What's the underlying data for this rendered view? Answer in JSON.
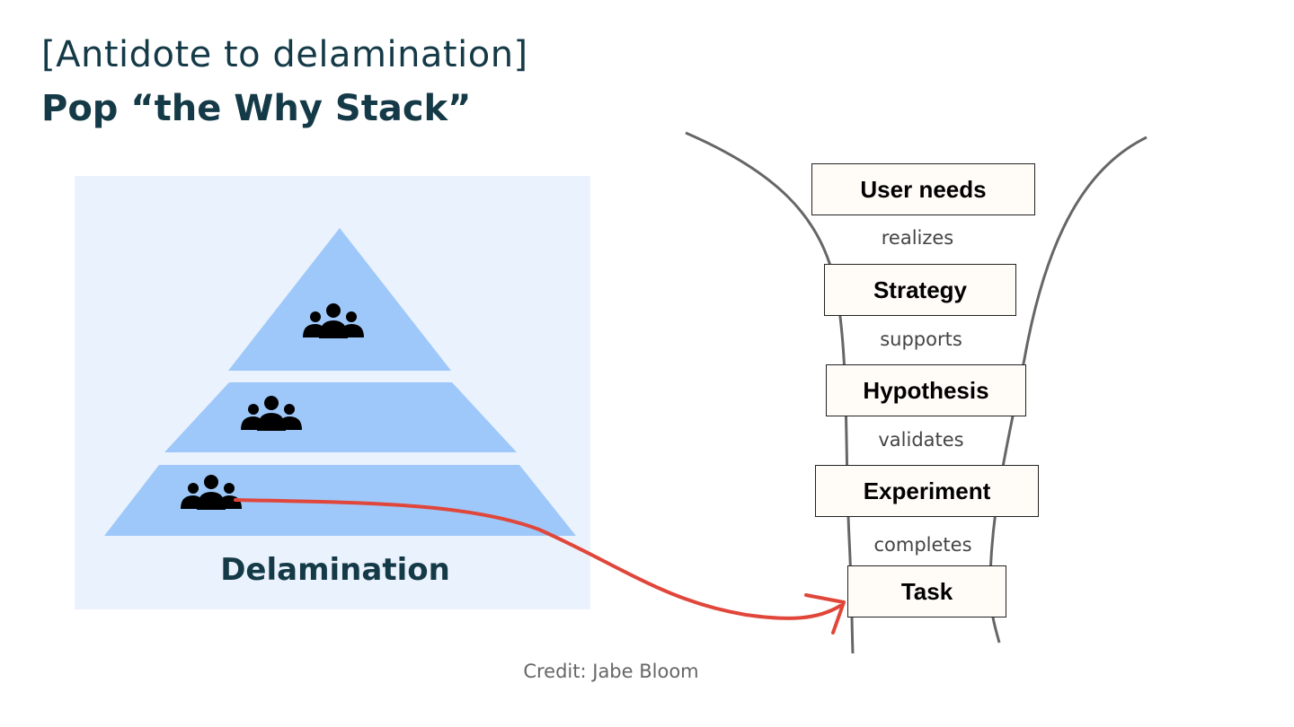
{
  "title": {
    "line1": "[Antidote to delamination]",
    "line2": "Pop “the Why Stack”"
  },
  "pyramid": {
    "label": "Delamination",
    "tiers": [
      {
        "icon": "people-group-icon"
      },
      {
        "icon": "people-group-icon"
      },
      {
        "icon": "people-group-icon"
      }
    ],
    "fill_color": "#9ec8fa",
    "panel_color": "#eaf2fd"
  },
  "why_stack": {
    "items": [
      {
        "label": "User needs"
      },
      {
        "label": "Strategy"
      },
      {
        "label": "Hypothesis"
      },
      {
        "label": "Experiment"
      },
      {
        "label": "Task"
      }
    ],
    "links": [
      "realizes",
      "supports",
      "validates",
      "completes"
    ]
  },
  "credit": "Credit: Jabe Bloom",
  "colors": {
    "title": "#153a47",
    "arrow": "#e0463a",
    "funnel": "#666666"
  }
}
